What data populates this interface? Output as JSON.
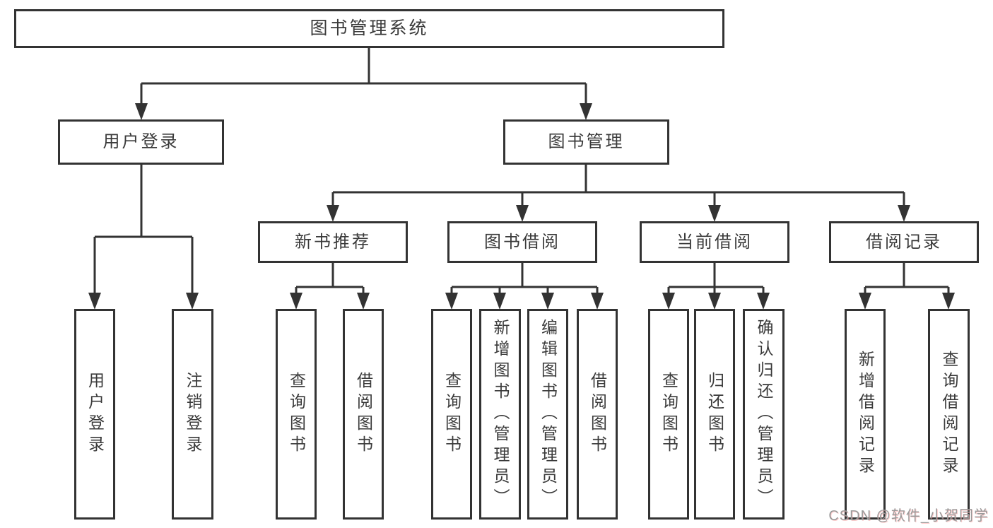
{
  "tree": {
    "root": {
      "label": "图书管理系统"
    },
    "children": [
      {
        "label": "用户登录",
        "children": [
          {
            "label": "用户登录"
          },
          {
            "label": "注销登录"
          }
        ]
      },
      {
        "label": "图书管理",
        "children": [
          {
            "label": "新书推荐",
            "children": [
              {
                "label": "查询图书"
              },
              {
                "label": "借阅图书"
              }
            ]
          },
          {
            "label": "图书借阅",
            "children": [
              {
                "label": "查询图书"
              },
              {
                "label": "新增图书（管理员）"
              },
              {
                "label": "编辑图书（管理员）"
              },
              {
                "label": "借阅图书"
              }
            ]
          },
          {
            "label": "当前借阅",
            "children": [
              {
                "label": "查询图书"
              },
              {
                "label": "归还图书"
              },
              {
                "label": "确认归还（管理员）"
              }
            ]
          },
          {
            "label": "借阅记录",
            "children": [
              {
                "label": "新增借阅记录"
              },
              {
                "label": "查询借阅记录"
              }
            ]
          }
        ]
      }
    ]
  },
  "watermark": {
    "text": "CSDN @软件_小贺同学"
  },
  "colors": {
    "line": "#333333",
    "box_border": "#333333",
    "text": "#3a3a3a",
    "background": "#ffffff",
    "watermark": "#9a9a9a"
  }
}
